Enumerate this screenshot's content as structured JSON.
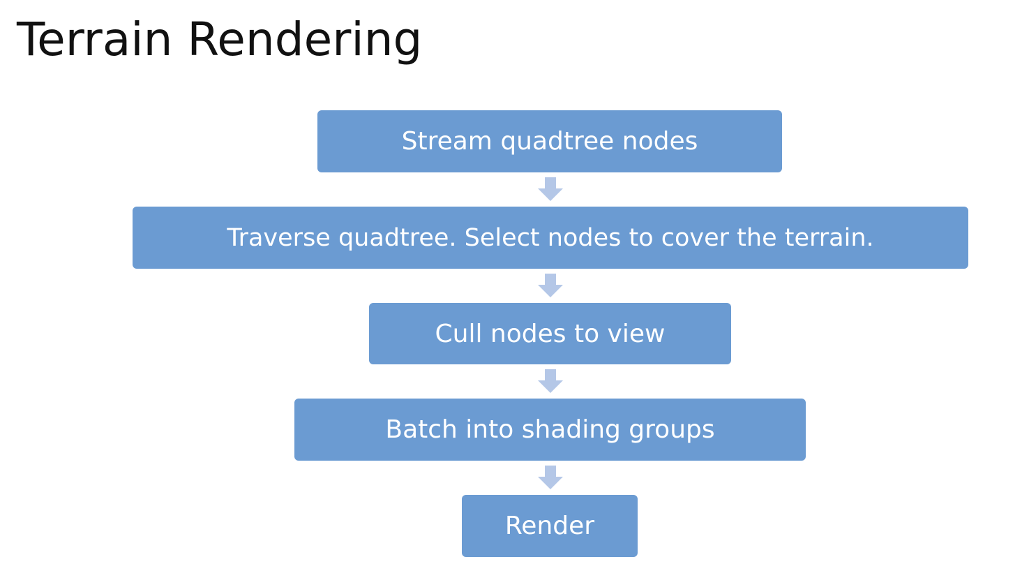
{
  "title": "Terrain Rendering",
  "steps": [
    {
      "label": "Stream quadtree nodes"
    },
    {
      "label": "Traverse quadtree. Select nodes to cover the terrain."
    },
    {
      "label": "Cull nodes to view"
    },
    {
      "label": "Batch into shading groups"
    },
    {
      "label": "Render"
    }
  ],
  "colors": {
    "box_fill": "#6b9bd2",
    "box_text": "#ffffff",
    "arrow": "#b4c7e7",
    "title": "#111111",
    "background": "#ffffff"
  },
  "icons": {
    "connector": "arrow-down-icon"
  }
}
